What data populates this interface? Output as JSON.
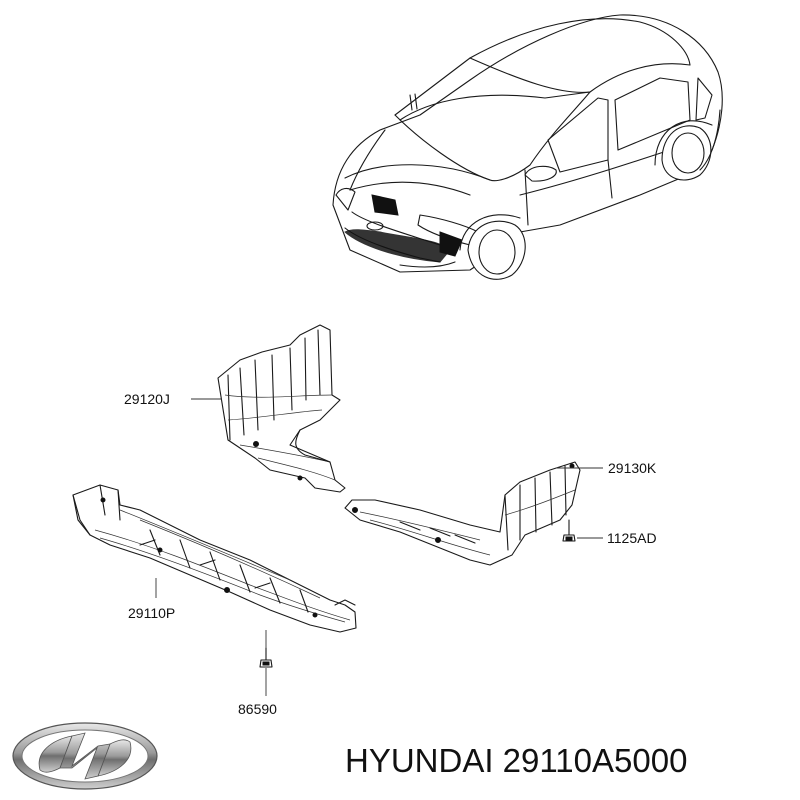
{
  "labels": {
    "p29120j": "29120J",
    "p29130k": "29130K",
    "p1125ad": "1125AD",
    "p29110p": "29110P",
    "p86590": "86590"
  },
  "caption": "HYUNDAI 29110A5000",
  "icons": {
    "brand": "hyundai-logo-icon"
  }
}
